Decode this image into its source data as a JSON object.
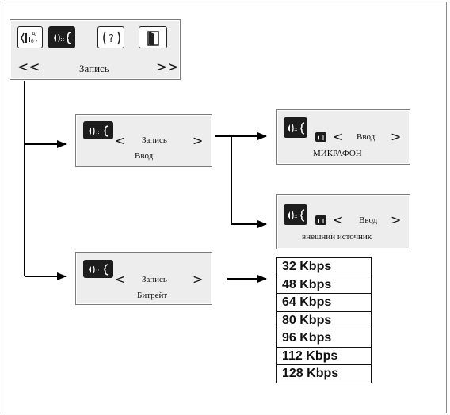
{
  "main_menu": {
    "title": "Запись",
    "nav_left": "<<",
    "nav_right": ">>",
    "icons": [
      "text-display-icon",
      "record-icon",
      "help-icon",
      "exit-door-icon"
    ]
  },
  "record_input_screen": {
    "title": "Запись",
    "subtitle": "Ввод",
    "prev": "<",
    "next": ">"
  },
  "microphone_screen": {
    "title": "Ввод",
    "subtitle": "МИКРАФОН",
    "prev": "<",
    "next": ">"
  },
  "external_screen": {
    "title": "Ввод",
    "subtitle": "внешний источник",
    "prev": "<",
    "next": ">"
  },
  "bitrate_screen": {
    "title": "Запись",
    "subtitle": "Битрейт",
    "prev": "<",
    "next": ">"
  },
  "bitrate_options": [
    "32 Kbps",
    "48 Kbps",
    "64 Kbps",
    "80 Kbps",
    "96 Kbps",
    "112 Kbps",
    "128 Kbps"
  ],
  "colors": {
    "screen_bg": "#ededed",
    "icon_dark": "#1d1d1d",
    "line": "#000000"
  }
}
